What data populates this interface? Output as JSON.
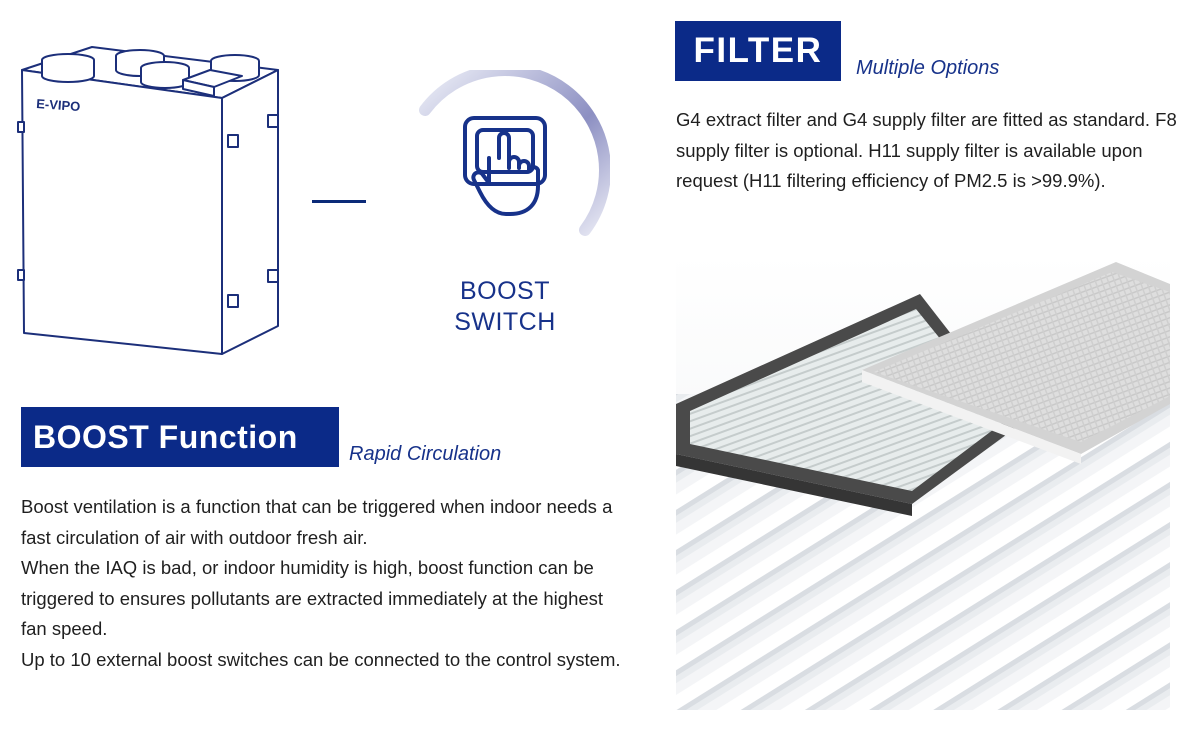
{
  "unit": {
    "brand": "E-VIPO"
  },
  "switch": {
    "line1": "BOOST",
    "line2": "SWITCH"
  },
  "boost": {
    "title": "BOOST Function",
    "subtitle": "Rapid Circulation",
    "paragraphs": [
      "Boost ventilation is a function that can be triggered when indoor needs a fast circulation of air with outdoor fresh air.",
      "When the IAQ is bad, or indoor humidity is high, boost function can be triggered to ensures pollutants are extracted immediately at the highest fan speed.",
      "Up to 10 external boost switches can be connected to the control system."
    ]
  },
  "filter": {
    "title": "FILTER",
    "subtitle": "Multiple Options",
    "body": "G4 extract filter and G4 supply filter are fitted as standard. F8 supply filter is optional. H11 supply filter is available upon request (H11 filtering efficiency of PM2.5 is >99.9%)."
  },
  "colors": {
    "brand_blue": "#0b2a88",
    "accent_text": "#17328a"
  }
}
